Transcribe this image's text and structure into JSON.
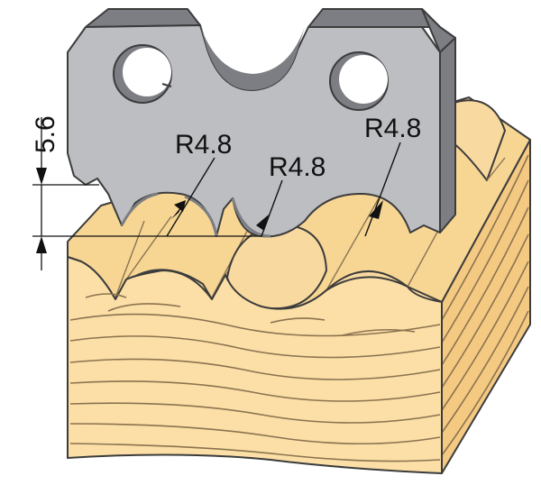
{
  "colors": {
    "wood_front": "#FBDFA6",
    "wood_top": "#F7D694",
    "wood_side": "#F4C982",
    "wood_groove": "#F8D9A0",
    "grain_line": "#8B7350",
    "outline": "#3C3C3C",
    "blade_face": "#BCBEC2",
    "blade_bevel": "#7C7E83",
    "blade_hole": "#FFFFFF",
    "dimension_line": "#111111"
  },
  "labels": {
    "height_dim": "5.6",
    "radius_left": "R4.8",
    "radius_middle": "R4.8",
    "radius_right": "R4.8"
  }
}
